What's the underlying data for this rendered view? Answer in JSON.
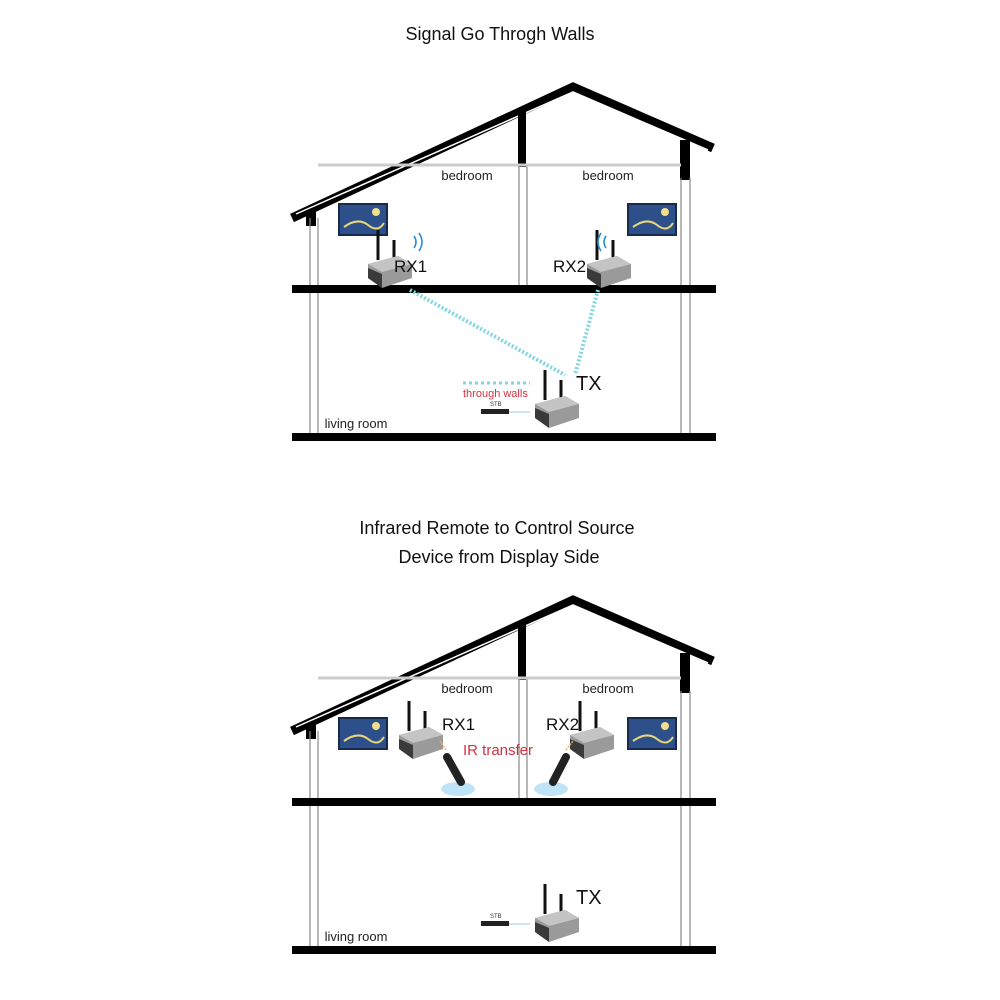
{
  "diagram1": {
    "title": "Signal Go Throgh Walls",
    "rooms": [
      "bedroom",
      "bedroom",
      "living room"
    ],
    "receivers": [
      "RX1",
      "RX2"
    ],
    "transmitter": "TX",
    "annotation": "through walls",
    "source_device": "STB"
  },
  "diagram2": {
    "title_line1": "Infrared Remote to Control Source",
    "title_line2": "Device from Display Side",
    "rooms": [
      "bedroom",
      "bedroom",
      "living room"
    ],
    "receivers": [
      "RX1",
      "RX2"
    ],
    "transmitter": "TX",
    "annotation": "IR transfer",
    "source_device": "STB"
  },
  "colors": {
    "signal": "#7fd6e0",
    "annotation": "#d0323e",
    "structure": "#000000"
  }
}
